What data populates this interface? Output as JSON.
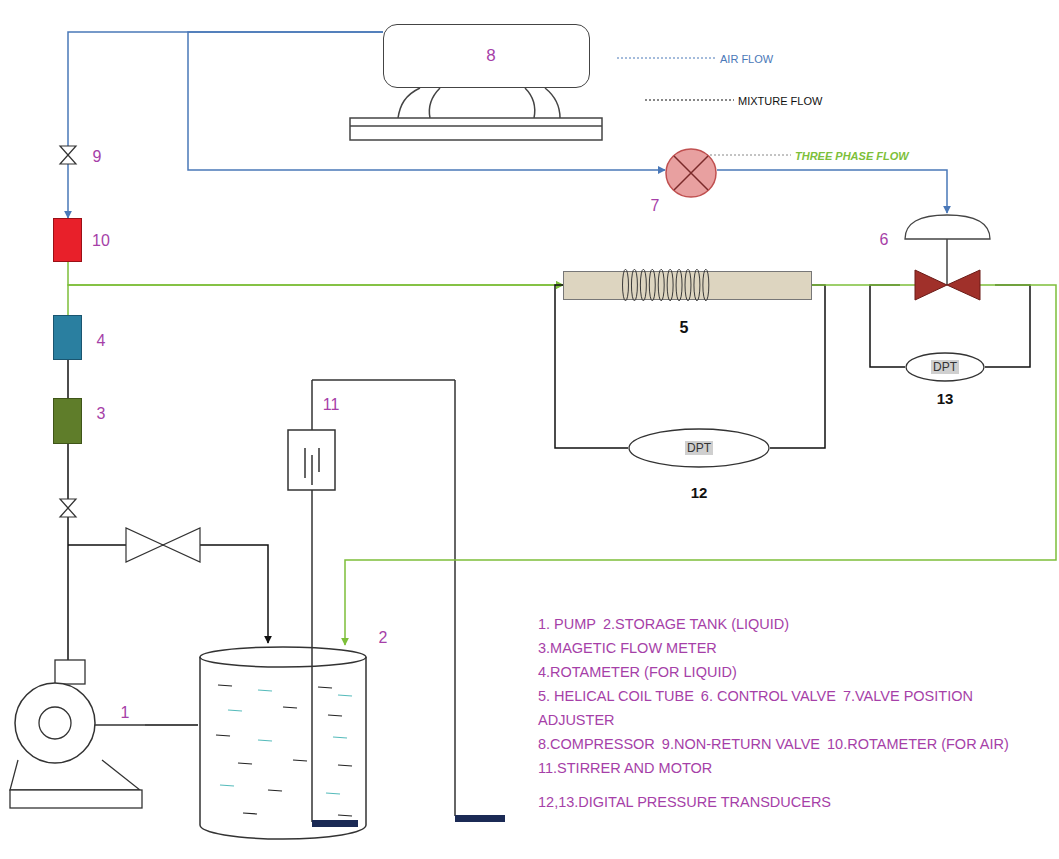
{
  "diagram": {
    "nodes": [
      {
        "text": [
          "8"
        ]
      },
      {
        "text": [
          "7"
        ]
      },
      {
        "text": [
          "6"
        ]
      },
      {
        "text": [
          "5"
        ]
      },
      {
        "text": [
          "DPT",
          "13"
        ]
      },
      {
        "text": [
          "DPT",
          "12"
        ]
      },
      {
        "text": [
          "10"
        ]
      },
      {
        "text": [
          "4"
        ]
      },
      {
        "text": [
          "3"
        ]
      },
      {
        "text": [
          "2"
        ]
      },
      {
        "text": [
          "1"
        ]
      }
    ],
    "edges": [
      {
        "from": 0,
        "to": 6,
        "arrow": "to"
      },
      {
        "from": 0,
        "to": 1,
        "arrow": "to"
      },
      {
        "from": 1,
        "to": 2,
        "arrow": "to"
      },
      {
        "from": 6,
        "to": 3,
        "arrow": "to"
      },
      {
        "from": 7,
        "to": 3,
        "arrow": "to"
      },
      {
        "from": 8,
        "to": 7,
        "arrow": "none"
      },
      {
        "from": 10,
        "to": 8,
        "arrow": "none"
      },
      {
        "from": 3,
        "to": 5,
        "arrow": "none"
      },
      {
        "from": 3,
        "to": 5,
        "arrow": "none"
      },
      {
        "from": 2,
        "to": 4,
        "arrow": "none"
      },
      {
        "from": 2,
        "to": 4,
        "arrow": "none"
      },
      {
        "from": 3,
        "to": 2,
        "arrow": "none"
      },
      {
        "from": 2,
        "to": 9,
        "arrow": "to"
      },
      {
        "from": 10,
        "to": 9,
        "arrow": "none"
      }
    ],
    "labels": [
      "9",
      "11",
      "1. PUMP",
      "2.STORAGE TANK (LIQUID)",
      "3.MAGETIC FLOW METER",
      "4.ROTAMETER (FOR LIQUID)",
      "5. HELICAL COIL TUBE",
      "6. CONTROL VALVE",
      "7.VALVE POSITION ADJUSTER",
      "8.COMPRESSOR",
      "9.NON-RETURN VALVE",
      "10.ROTAMETER (FOR AIR)",
      "11.STIRRER AND MOTOR",
      "12,13.DIGITAL PRESSURE TRANSDUCERS"
    ],
    "legend": [
      {
        "text": "AIR FLOW"
      },
      {
        "text": "MIXTURE FLOW"
      },
      {
        "text": "THREE PHASE FLOW"
      }
    ]
  }
}
